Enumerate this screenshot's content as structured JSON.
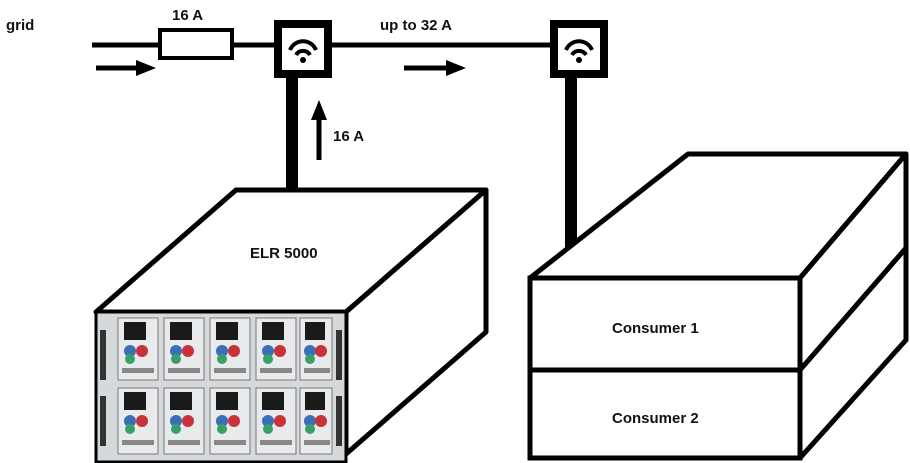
{
  "labels": {
    "grid": "grid",
    "fuse_rating": "16 A",
    "line_current": "up to 32 A",
    "feed_current": "16 A",
    "load_name": "ELR 5000",
    "consumer_1": "Consumer 1",
    "consumer_2": "Consumer 2"
  },
  "colors": {
    "line": "#000000",
    "panel": "#cfd3d6",
    "module_dark": "#1a1a1a",
    "module_red": "#c8323a",
    "module_blue": "#3a6fb8",
    "module_green": "#3aa06a"
  },
  "icons": [
    "socket-icon",
    "arrow-right-icon",
    "arrow-up-icon",
    "fuse-icon"
  ]
}
